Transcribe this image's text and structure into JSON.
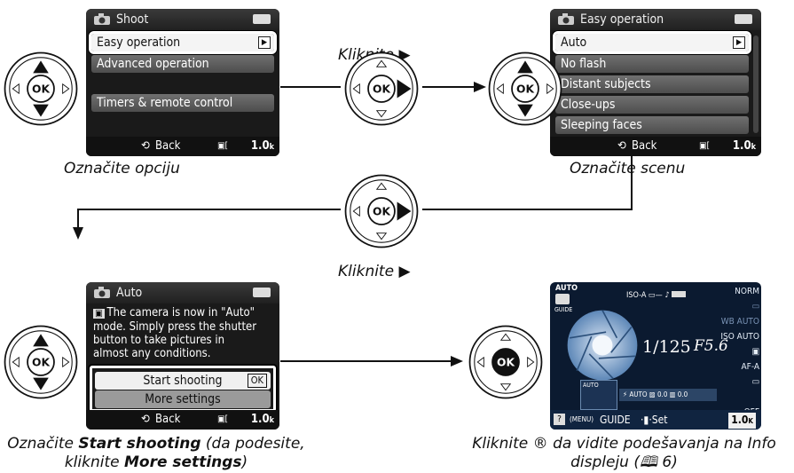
{
  "screen1": {
    "title": "Shoot",
    "items": [
      "Easy operation",
      "Advanced operation",
      "Timers & remote control"
    ],
    "back": "Back",
    "count": "1.0",
    "count_unit": "k"
  },
  "screen2": {
    "title": "Easy operation",
    "items": [
      "Auto",
      "No flash",
      "Distant subjects",
      "Close-ups",
      "Sleeping faces"
    ],
    "back": "Back",
    "count": "1.0",
    "count_unit": "k"
  },
  "screen3": {
    "title": "Auto",
    "message": [
      "The camera is now in \"Auto\"",
      "mode. Simply press the shutter",
      "button to take pictures in",
      "almost any conditions."
    ],
    "items": [
      "Start shooting",
      "More settings"
    ],
    "ok": "OK",
    "back": "Back",
    "count": "1.0",
    "count_unit": "k"
  },
  "screen4": {
    "mode": "AUTO",
    "guide_small": "GUIDE",
    "iso_top": "ISO-A",
    "shutter": "1/125",
    "aperture": "F5.6",
    "auto_small": "AUTO",
    "right_col": [
      "NORM",
      "WB AUTO",
      "ISO AUTO",
      "AF-A",
      "OFF"
    ],
    "bottom_guide": "GUIDE",
    "bottom_set": "Set",
    "count": "1.0",
    "count_unit": "K"
  },
  "captions": {
    "c1": "Označite opciju",
    "c2": "Označite scenu",
    "c3_pre": "Označite ",
    "c3_bold1": "Start shooting",
    "c3_mid": " (da podesite,",
    "c3_line2_pre": "kliknite ",
    "c3_bold2": "More settings",
    "c3_line2_post": ")",
    "c4_line1": "Kliknite ® da vidite podešavanja na Info",
    "c4_line2": "displeju (🕮 6)",
    "kliknite1": "Kliknite ▶",
    "kliknite2": "Kliknite ▶"
  },
  "colors": {
    "accent": "#111111",
    "screen_bg": "#1a1a1a",
    "selected": "#f4f4f4"
  }
}
